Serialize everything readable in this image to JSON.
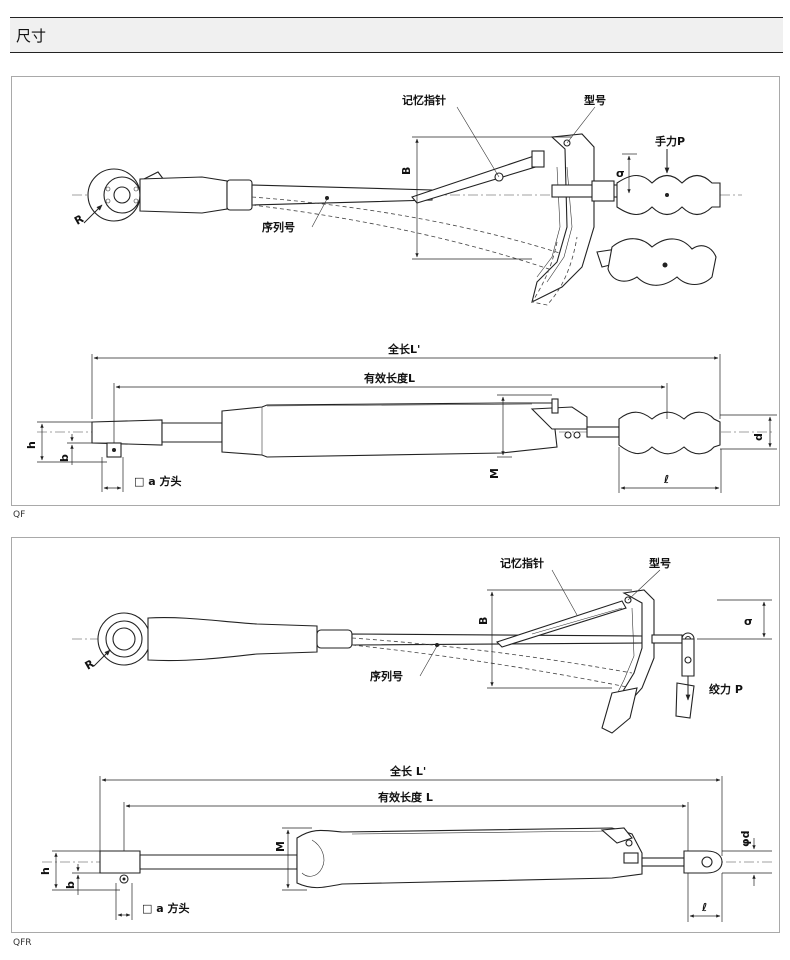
{
  "header": {
    "title": "尺寸"
  },
  "qf": {
    "caption": "QF",
    "labels": {
      "memory_pointer": "记忆指针",
      "model": "型号",
      "hand_force": "手力P",
      "serial": "序列号",
      "b_upper": "B",
      "sigma": "σ",
      "radius": "R",
      "total_length": "全长L'",
      "effective_length": "有效长度L",
      "h": "h",
      "b_lower": "b",
      "square": "□ a 方头",
      "m": "M",
      "d": "d",
      "ell": "ℓ"
    }
  },
  "qfr": {
    "caption": "QFR",
    "labels": {
      "memory_pointer": "记忆指针",
      "model": "型号",
      "hinge_force": "绞力 P",
      "serial": "序列号",
      "b_upper": "B",
      "sigma": "σ",
      "radius": "R",
      "total_length": "全长 L'",
      "effective_length": "有效长度 L",
      "h": "h",
      "b_lower": "b",
      "square": "□ a 方头",
      "m": "M",
      "phid": "φd",
      "ell": "ℓ"
    }
  }
}
